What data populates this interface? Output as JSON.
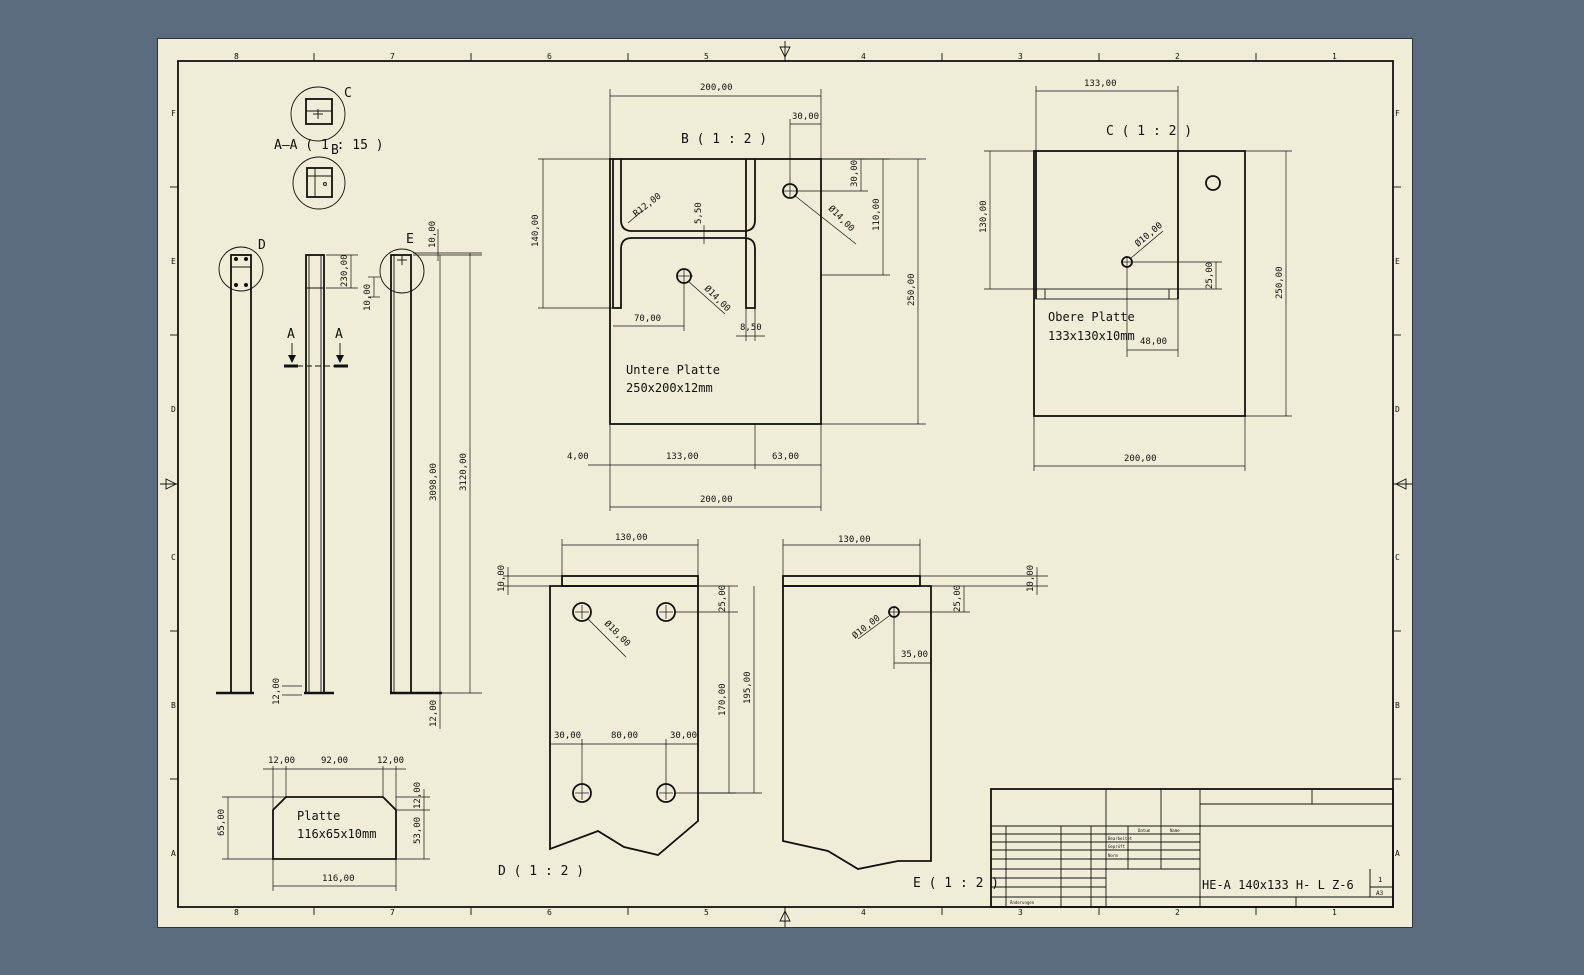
{
  "sheet": {
    "zones_x": [
      "8",
      "7",
      "6",
      "5",
      "4",
      "3",
      "2",
      "1"
    ],
    "zones_y": [
      "F",
      "E",
      "D",
      "C",
      "B",
      "A"
    ],
    "background": "#efedd7",
    "page_background": "#5b6b80"
  },
  "views": {
    "section_aa": {
      "title": "A–A ( 1 : 15 )",
      "callout_c": "C",
      "callout_b": "B"
    },
    "column_left": {
      "callout": "D"
    },
    "column_mid": {
      "label_a1": "A",
      "label_a2": "A",
      "dims": [
        "230,00",
        "10,00",
        "12,00"
      ]
    },
    "column_right": {
      "callout": "E",
      "dims": [
        "10,00",
        "3098,00",
        "3120,00",
        "12,00"
      ]
    },
    "view_b": {
      "title": "B ( 1 : 2 )",
      "note_line1": "Untere Platte",
      "note_line2": "250x200x12mm",
      "dims": {
        "top_w": "200,00",
        "hole_off": "30,00",
        "hole_v1": "30,00",
        "h140": "140,00",
        "r12": "R12,00",
        "web": "5,50",
        "d14a": "Ø14,00",
        "h110": "110,00",
        "h250": "250,00",
        "d14b": "Ø14,00",
        "x70": "70,00",
        "w850": "8,50",
        "x4": "4,00",
        "x133": "133,00",
        "x63": "63,00",
        "bot_w": "200,00"
      }
    },
    "view_c": {
      "title": "C ( 1 : 2 )",
      "note_line1": "Obere Platte",
      "note_line2": "133x130x10mm",
      "dims": {
        "top_w": "133,00",
        "h130": "130,00",
        "d10": "Ø10,00",
        "v25": "25,00",
        "h250": "250,00",
        "x48": "48,00",
        "bot_w": "200,00"
      }
    },
    "plate": {
      "note_line1": "Platte",
      "note_line2": "116x65x10mm",
      "dims": {
        "a": "12,00",
        "b": "92,00",
        "c": "12,00",
        "h65": "65,00",
        "v12": "12,00",
        "v53": "53,00",
        "w116": "116,00"
      }
    },
    "view_d": {
      "title": "D ( 1 : 2 )",
      "dims": {
        "w130": "130,00",
        "t10": "10,00",
        "v25": "25,00",
        "d18": "Ø18,00",
        "h170": "170,00",
        "h195": "195,00",
        "a30": "30,00",
        "b80": "80,00",
        "c30": "30,00"
      }
    },
    "view_e": {
      "title": "E ( 1 : 2 )",
      "dims": {
        "w130": "130,00",
        "t10": "10,00",
        "v25": "25,00",
        "d10": "Ø10,00",
        "x35": "35,00"
      }
    }
  },
  "title_block": {
    "drawing_title": "HE-A 140x133 H- L  Z-6",
    "sheet_no": "1",
    "sheet_size": "A3",
    "small_1": "Bearbeitet",
    "small_2": "Geprüft",
    "small_3": "Norm",
    "small_4": "Datum",
    "small_5": "Name",
    "small_6": "Änderungen"
  }
}
